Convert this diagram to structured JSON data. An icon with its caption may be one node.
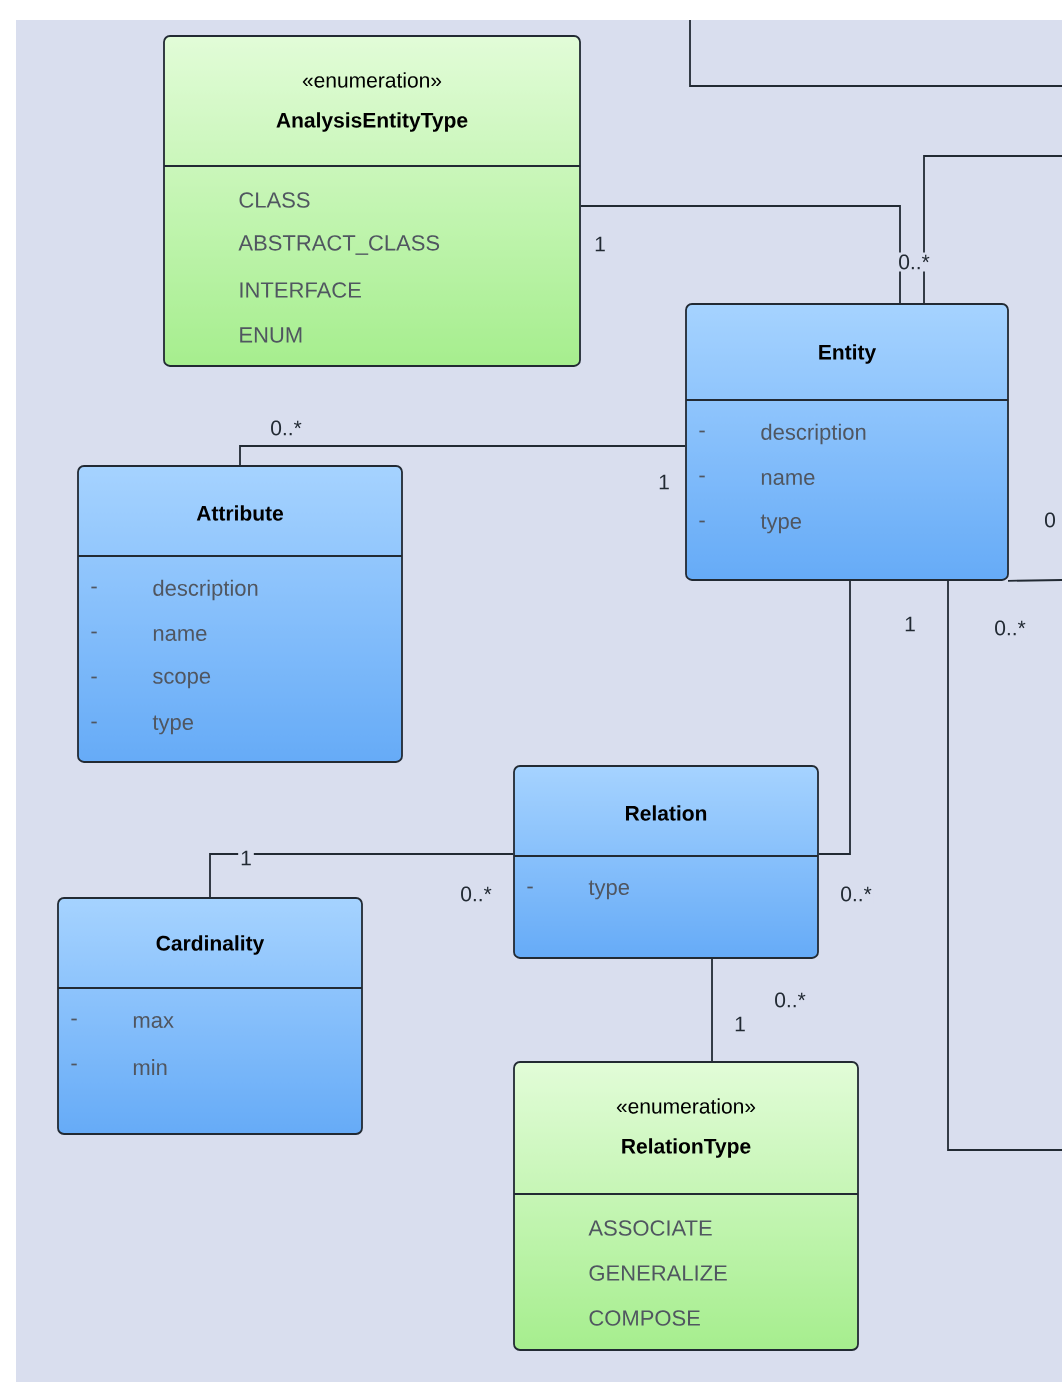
{
  "diagram": {
    "nodes": [
      {
        "text": [
          "«enumeration»",
          "AnalysisEntityType",
          "CLASS",
          "ABSTRACT_CLASS",
          "INTERFACE",
          "ENUM"
        ]
      },
      {
        "text": [
          "Entity",
          "-",
          "description",
          "-",
          "name",
          "-",
          "type"
        ]
      },
      {
        "text": [
          "Attribute",
          "-",
          "description",
          "-",
          "name",
          "-",
          "scope",
          "-",
          "type"
        ]
      },
      {
        "text": [
          "Relation",
          "-",
          "type"
        ]
      },
      {
        "text": [
          "Cardinality",
          "-",
          "max",
          "-",
          "min"
        ]
      },
      {
        "text": [
          "«enumeration»",
          "RelationType",
          "ASSOCIATE",
          "GENERALIZE",
          "COMPOSE"
        ]
      }
    ],
    "edges": [
      {
        "from": 0,
        "to": 1,
        "arrow": "none"
      },
      {
        "from": 1,
        "to": null,
        "arrow": "none"
      },
      {
        "from": 2,
        "to": 1,
        "arrow": "none"
      },
      {
        "from": 1,
        "to": null,
        "arrow": "none"
      },
      {
        "from": 1,
        "to": 3,
        "arrow": "none"
      },
      {
        "from": 1,
        "to": null,
        "arrow": "none"
      },
      {
        "from": 3,
        "to": 4,
        "arrow": "none"
      },
      {
        "from": 3,
        "to": 5,
        "arrow": "none"
      }
    ],
    "labels": [
      "1",
      "0..*",
      "0..*",
      "1",
      "0",
      "1",
      "0..*",
      "1",
      "0..*",
      "0..*",
      "0..*",
      "1"
    ]
  }
}
